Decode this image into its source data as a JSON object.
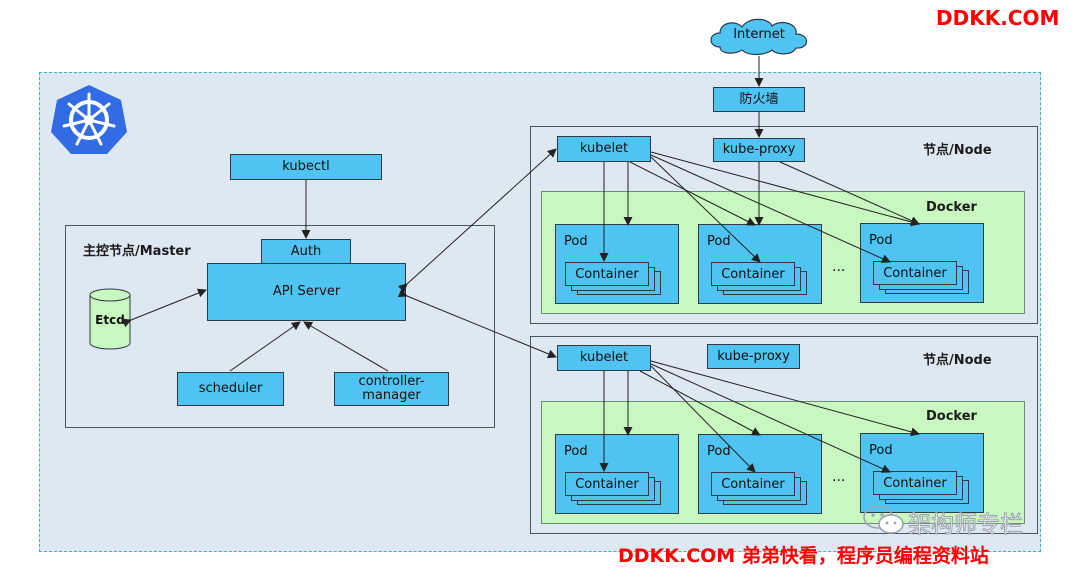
{
  "watermark_top": "DDKK.COM",
  "watermark_bottom": "DDKK.COM 弟弟快看，程序员编程资料站",
  "wechat_watermark": "架构师专栏",
  "internet_label": "Internet",
  "firewall_label": "防火墙",
  "kubectl_label": "kubectl",
  "master": {
    "title": "主控节点/Master",
    "auth": "Auth",
    "api_server": "API Server",
    "etcd": "Etcd",
    "scheduler": "scheduler",
    "controller_manager": "controller-\nmanager"
  },
  "node1": {
    "title": "节点/Node",
    "kubelet": "kubelet",
    "kube_proxy": "kube-proxy",
    "docker": "Docker",
    "pod_label": "Pod",
    "container_label": "Container",
    "ellipsis": "..."
  },
  "node2": {
    "title": "节点/Node",
    "kubelet": "kubelet",
    "kube_proxy": "kube-proxy",
    "docker": "Docker",
    "pod_label": "Pod",
    "container_label": "Container",
    "ellipsis": "..."
  },
  "colors": {
    "component_fill": "#4fc3f2",
    "docker_fill": "#c9f7c0",
    "cluster_fill": "#dde8f2",
    "watermark_red": "#ff0000",
    "k8s_blue": "#326ce5"
  }
}
